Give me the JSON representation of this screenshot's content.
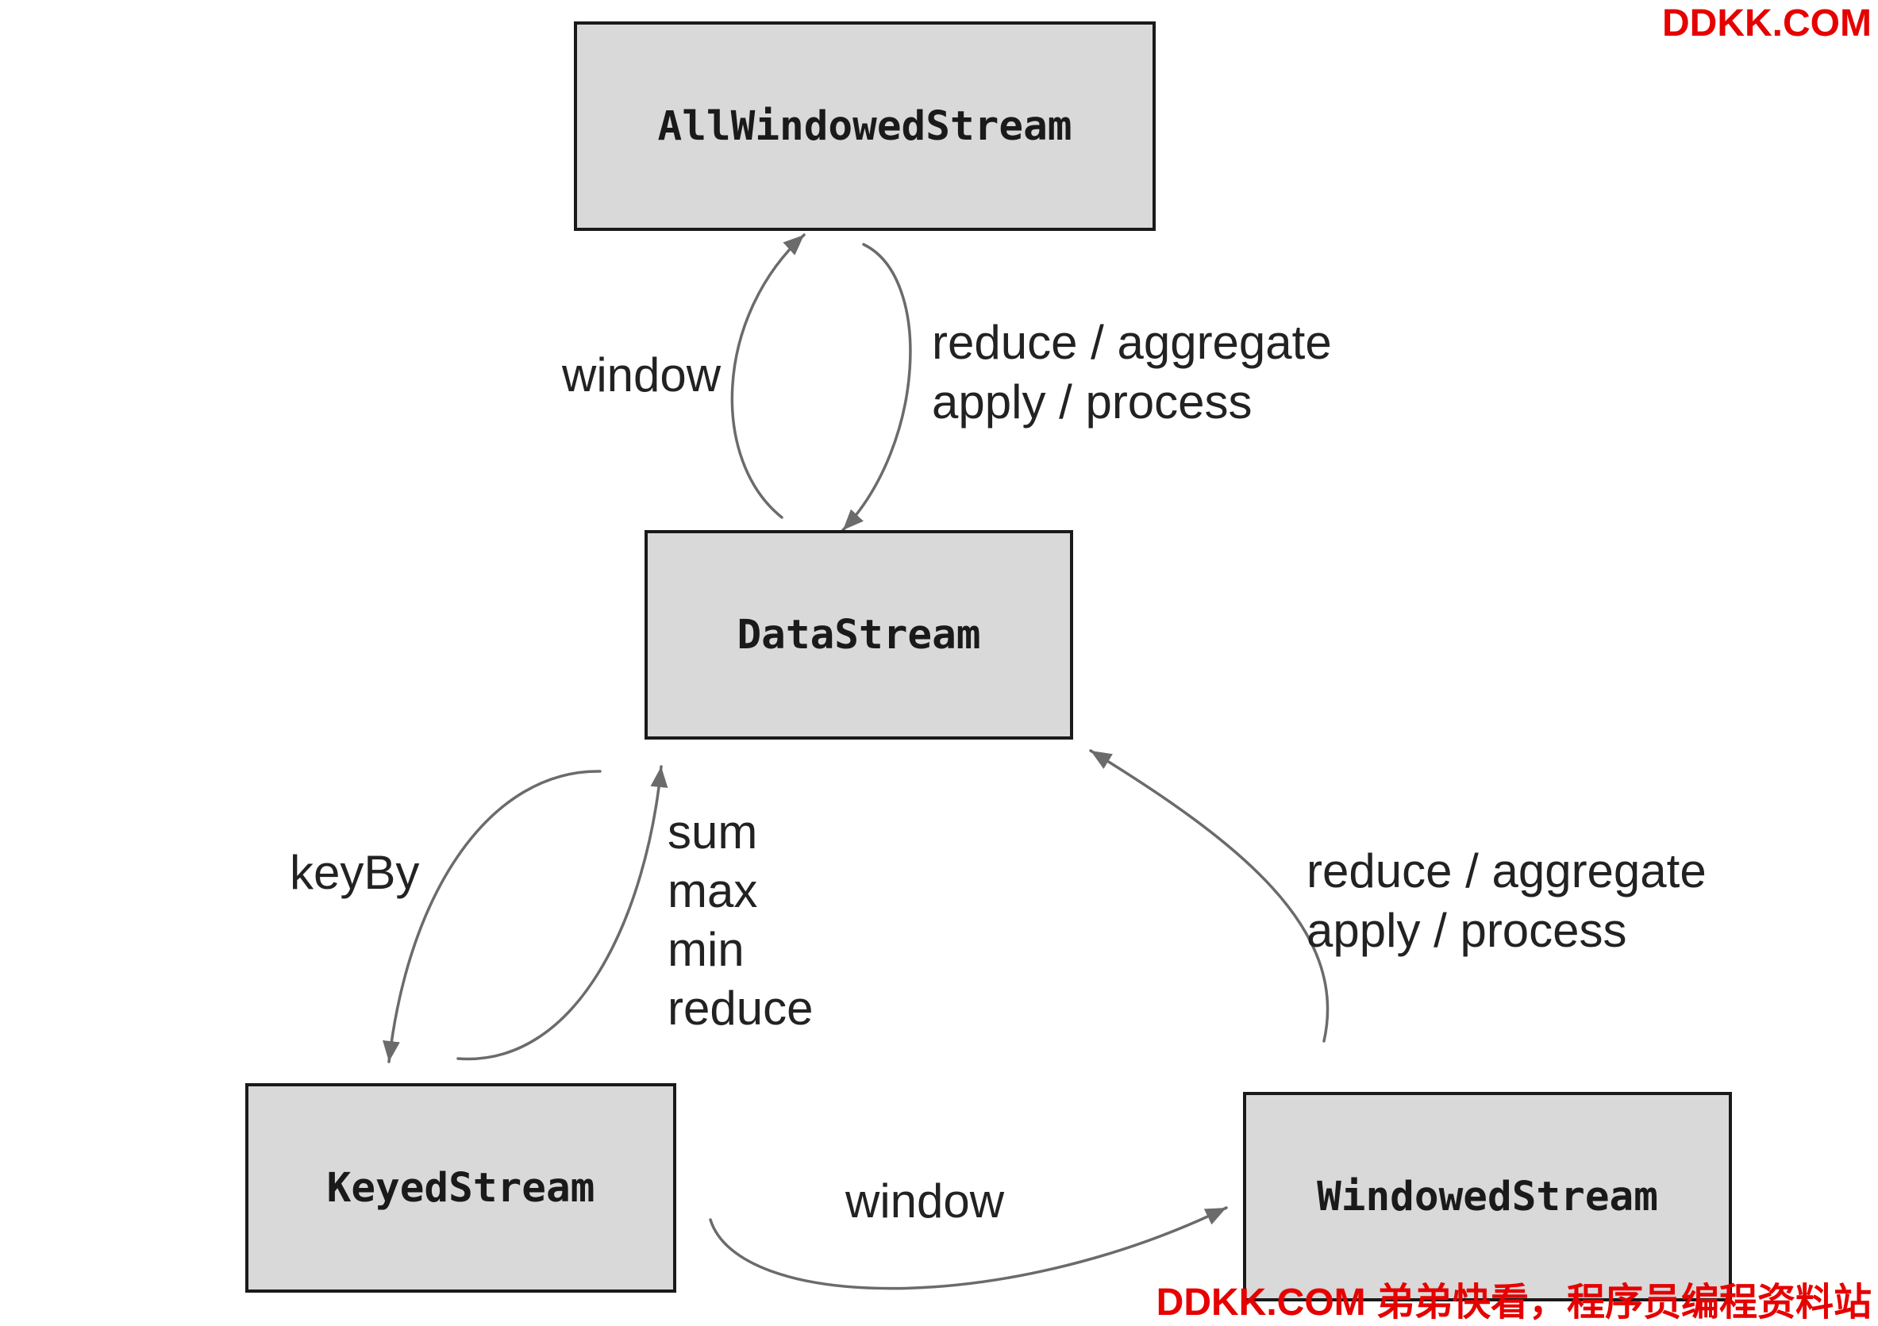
{
  "watermark": {
    "top": "DDKK.COM",
    "bottom": "DDKK.COM 弟弟快看，程序员编程资料站"
  },
  "nodes": {
    "all_windowed": "AllWindowedStream",
    "data": "DataStream",
    "keyed": "KeyedStream",
    "windowed": "WindowedStream"
  },
  "edges": {
    "data_to_allwindowed": {
      "label": "window"
    },
    "allwindowed_to_data": {
      "labels": [
        "reduce / aggregate",
        "apply / process"
      ]
    },
    "data_to_keyed": {
      "label": "keyBy"
    },
    "keyed_to_data": {
      "labels": [
        "sum",
        "max",
        "min",
        "reduce"
      ]
    },
    "keyed_to_windowed": {
      "label": "window"
    },
    "windowed_to_data": {
      "labels": [
        "reduce / aggregate",
        "apply / process"
      ]
    }
  },
  "colors": {
    "box_fill": "#d9d9d9",
    "box_border": "#1a1a1a",
    "arrow": "#6b6b6b",
    "text": "#222222",
    "watermark": "#e60000"
  }
}
